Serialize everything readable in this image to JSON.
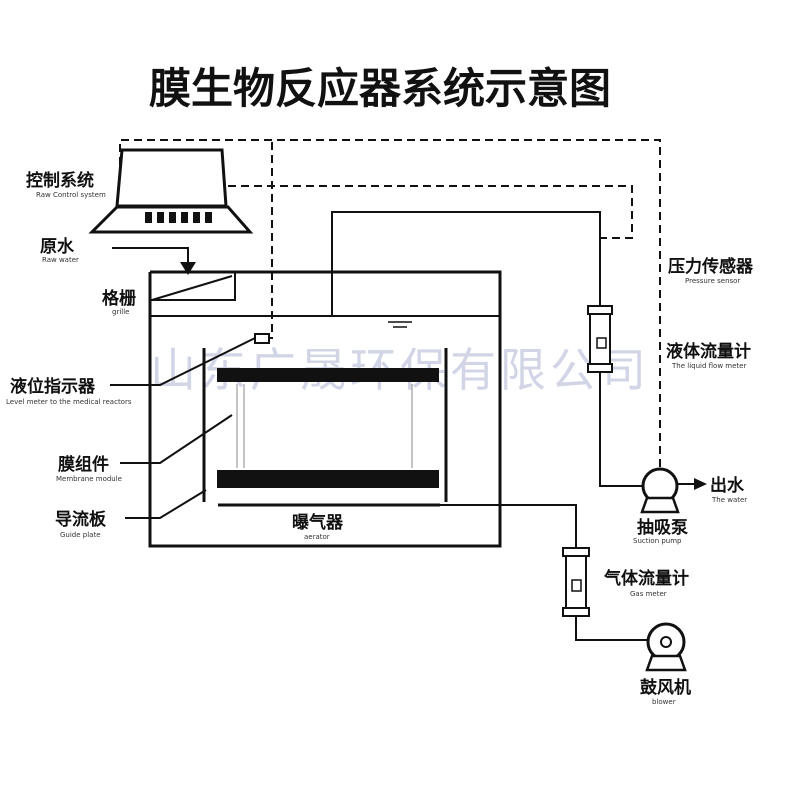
{
  "title": "膜生物反应器系统示意图",
  "watermark": "山东广晟环保有限公司",
  "labels": {
    "control_system": {
      "cn": "控制系统",
      "en": "Raw Control system"
    },
    "raw_water": {
      "cn": "原水",
      "en": "Raw water"
    },
    "grille": {
      "cn": "格栅",
      "en": "grille"
    },
    "level_indicator": {
      "cn": "液位指示器",
      "en": "Level meter to the medical reactors"
    },
    "membrane_module": {
      "cn": "膜组件",
      "en": "Membrane module"
    },
    "guide_plate": {
      "cn": "导流板",
      "en": "Guide plate"
    },
    "aerator": {
      "cn": "曝气器",
      "en": "aerator"
    },
    "pressure_sensor": {
      "cn": "压力传感器",
      "en": "Pressure sensor"
    },
    "liquid_flow_meter": {
      "cn": "液体流量计",
      "en": "The liquid flow meter"
    },
    "water_out": {
      "cn": "出水",
      "en": "The water"
    },
    "suction_pump": {
      "cn": "抽吸泵",
      "en": "Suction pump"
    },
    "gas_meter": {
      "cn": "气体流量计",
      "en": "Gas meter"
    },
    "blower": {
      "cn": "鼓风机",
      "en": "blower"
    }
  }
}
